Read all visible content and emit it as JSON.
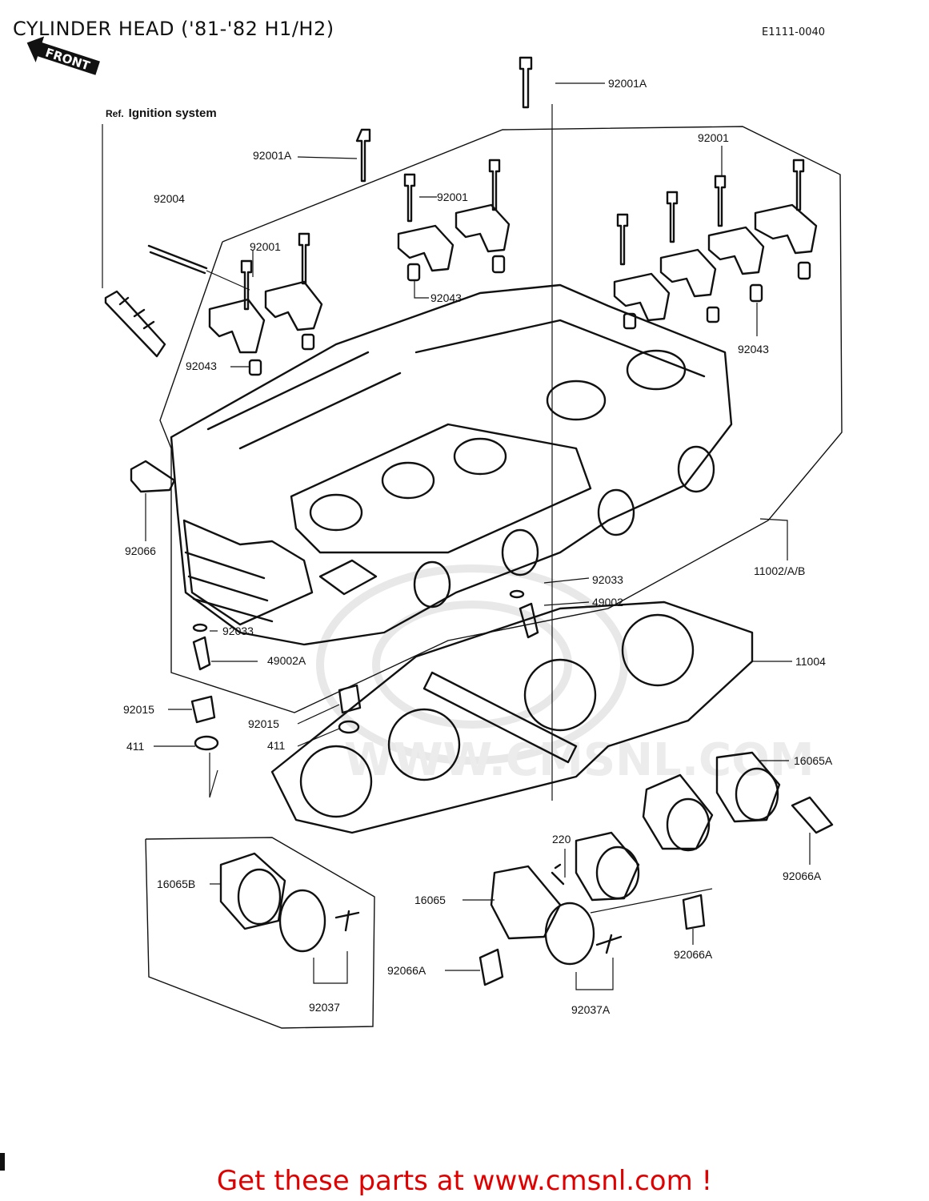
{
  "header": {
    "title": "CYLINDER HEAD ('81-'82 H1/H2)",
    "code": "E1111-0040",
    "front_arrow": "FRONT",
    "ref_prefix": "Ref.",
    "ref_text": "Ignition system"
  },
  "watermark": "WWW.CMSNL.COM",
  "callouts": [
    {
      "id": "c01",
      "label": "92001A"
    },
    {
      "id": "c02",
      "label": "92001A"
    },
    {
      "id": "c03",
      "label": "92001"
    },
    {
      "id": "c04",
      "label": "92001"
    },
    {
      "id": "c05",
      "label": "92004"
    },
    {
      "id": "c06",
      "label": "92001"
    },
    {
      "id": "c07",
      "label": "92043"
    },
    {
      "id": "c08",
      "label": "92043"
    },
    {
      "id": "c09",
      "label": "92043"
    },
    {
      "id": "c10",
      "label": "92066"
    },
    {
      "id": "c11",
      "label": "11002/A/B"
    },
    {
      "id": "c12",
      "label": "92033"
    },
    {
      "id": "c13",
      "label": "49002"
    },
    {
      "id": "c14",
      "label": "92033"
    },
    {
      "id": "c15",
      "label": "49002A"
    },
    {
      "id": "c16",
      "label": "11004"
    },
    {
      "id": "c17",
      "label": "92015"
    },
    {
      "id": "c18",
      "label": "92015"
    },
    {
      "id": "c19",
      "label": "411"
    },
    {
      "id": "c20",
      "label": "411"
    },
    {
      "id": "c21",
      "label": "16065A"
    },
    {
      "id": "c22",
      "label": "220"
    },
    {
      "id": "c23",
      "label": "92066A"
    },
    {
      "id": "c24",
      "label": "16065B"
    },
    {
      "id": "c25",
      "label": "16065"
    },
    {
      "id": "c26",
      "label": "92066A"
    },
    {
      "id": "c27",
      "label": "92066A"
    },
    {
      "id": "c28",
      "label": "92037"
    },
    {
      "id": "c29",
      "label": "92037A"
    }
  ],
  "footer": {
    "cta": "Get these parts at www.cmsnl.com !",
    "color": "#e10000"
  }
}
